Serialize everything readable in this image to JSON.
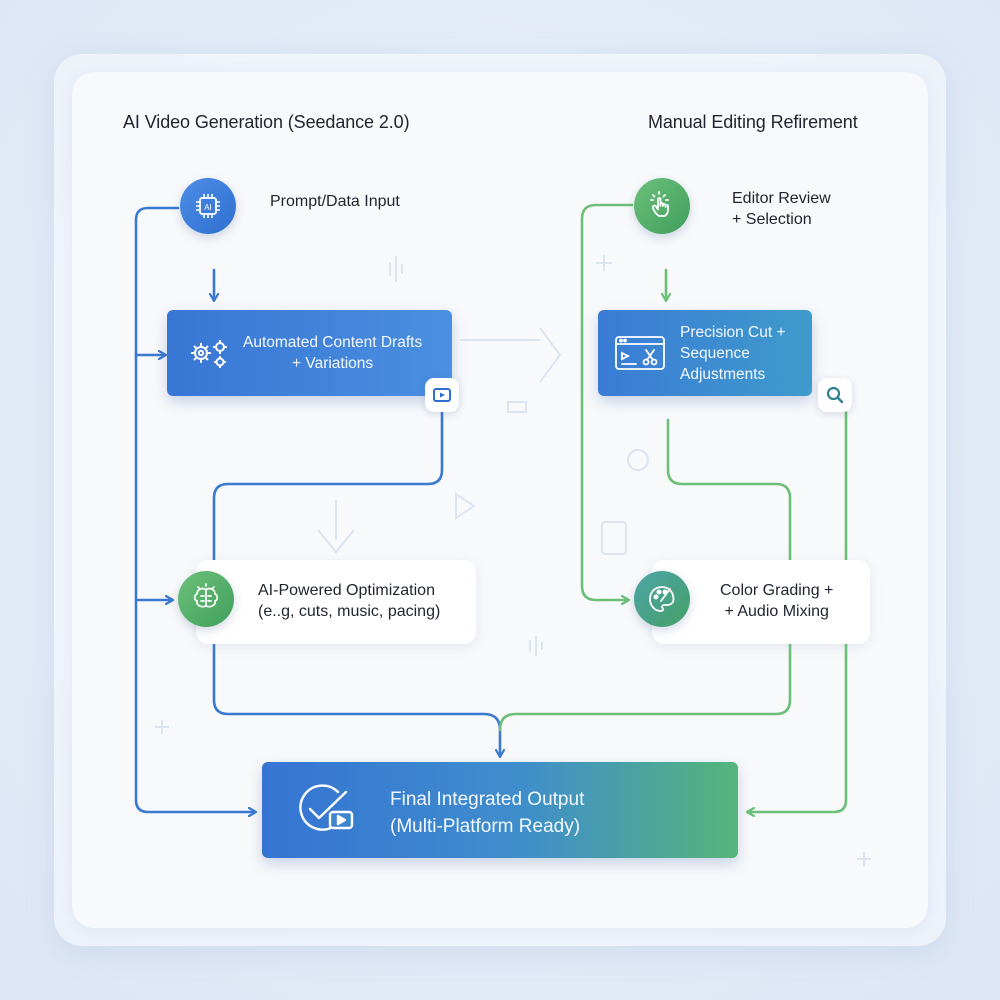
{
  "left_column": {
    "title": "AI Video Generation (Seedance 2.0)",
    "steps": {
      "input": {
        "label": "Prompt/Data Input",
        "icon": "ai-chip-icon"
      },
      "drafts": {
        "label": "Automated Content Drafts\n+ Variations",
        "icon": "gears-icon",
        "badge_icon": "video-play-icon"
      },
      "optimization": {
        "label": "AI-Powered Optimization\n(e..g, cuts, music, pacing)",
        "icon": "brain-icon"
      }
    }
  },
  "right_column": {
    "title": "Manual Editing Refirement",
    "steps": {
      "review": {
        "label": "Editor Review\n+ Selection",
        "icon": "tap-hand-icon"
      },
      "precision": {
        "label": "Precision Cut +\nSequence\nAdjustments",
        "icon": "editor-scissors-icon",
        "badge_icon": "magnifier-icon"
      },
      "grading": {
        "label": "Color Grading +\n+ Audio Mixing",
        "icon": "palette-icon"
      }
    }
  },
  "final": {
    "label": "Final Integrated Output\n(Multi-Platform Ready)",
    "icon": "check-play-icon"
  },
  "colors": {
    "ai_blue": "#2f6fcf",
    "editing_green": "#5bb36a",
    "flow_blue": "#3b79cf",
    "flow_green": "#6cbf77"
  }
}
